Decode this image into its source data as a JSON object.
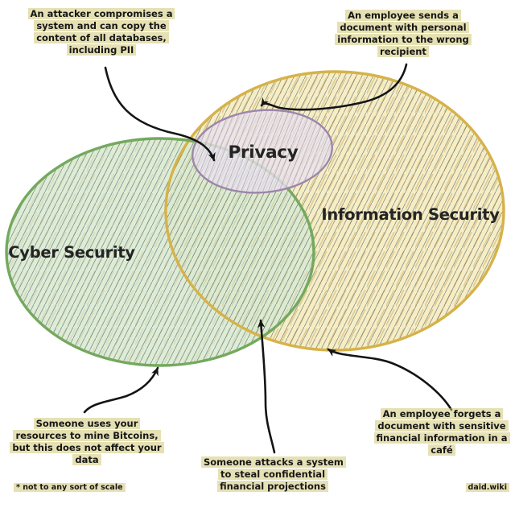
{
  "diagram": {
    "type": "venn",
    "labels": {
      "cyber": "Cyber Security",
      "infosec": "Information Security",
      "privacy": "Privacy"
    },
    "annotations": {
      "attacker": "An attacker compromises a system and can copy the content of all databases, including PII",
      "wrong_recipient": "An employee sends a document with personal information to the wrong recipient",
      "bitcoin_mining": "Someone uses your resources to mine Bitcoins, but this does not affect your data",
      "financial_projections": "Someone attacks a system to steal confidential financial projections",
      "forgotten_document": "An employee forgets a document with sensitive financial information in a café"
    },
    "footnote": "* not to any sort of scale",
    "watermark": "daid.wiki",
    "colors": {
      "cyber_fill": "#d9e9d0",
      "cyber_stroke": "#74a95e",
      "infosec_fill": "#f7edc5",
      "infosec_stroke": "#d6b24a",
      "privacy_fill": "#ebe3ed",
      "privacy_stroke": "#9d86aa",
      "hatch_dark": "#33525f",
      "hatch_gold": "#c7a44e",
      "arrow": "#141414",
      "highlight": "#cec46a",
      "text": "#161616"
    }
  }
}
